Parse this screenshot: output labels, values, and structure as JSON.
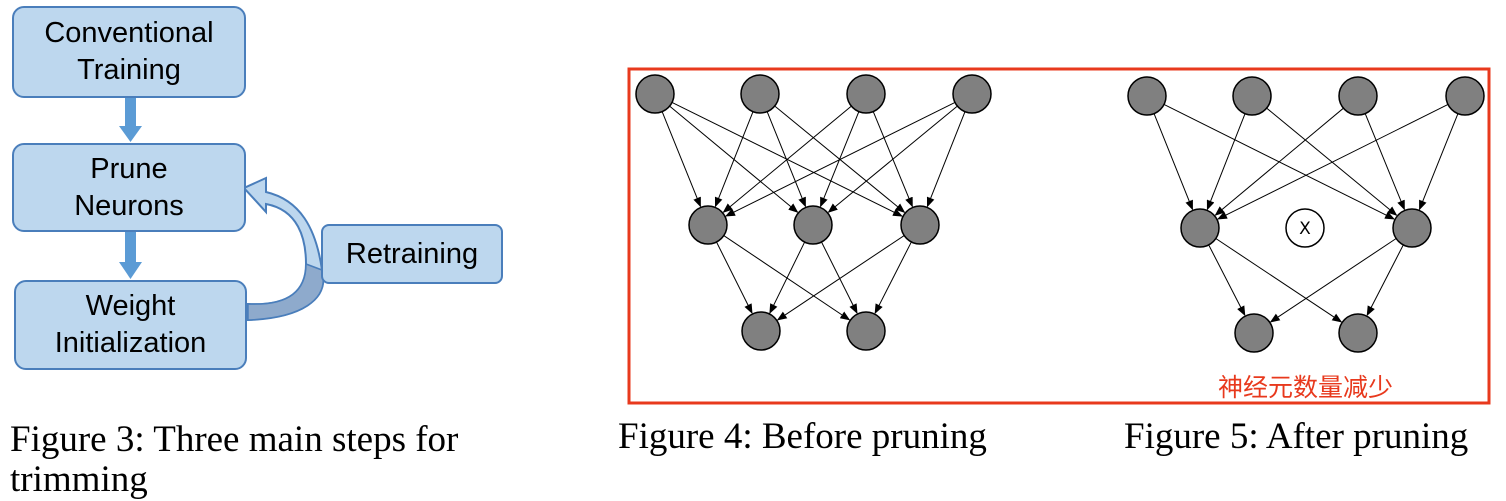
{
  "flowchart": {
    "steps": [
      {
        "label": "Conventional\nTraining"
      },
      {
        "label": "Prune\nNeurons"
      },
      {
        "label": "Weight\nInitialization"
      }
    ],
    "loop_label": "Retraining"
  },
  "captions": {
    "figure3": "Figure 3: Three main steps for",
    "figure3_cont": "trimming",
    "figure4": "Figure 4: Before pruning",
    "figure5": "Figure 5: After pruning"
  },
  "annotation": {
    "text": "神经元数量减少",
    "color": "#e8391d"
  },
  "networks": {
    "before": {
      "layers": [
        4,
        3,
        2
      ],
      "edges_1_2": [
        [
          0,
          0
        ],
        [
          0,
          1
        ],
        [
          0,
          2
        ],
        [
          1,
          0
        ],
        [
          1,
          1
        ],
        [
          1,
          2
        ],
        [
          2,
          0
        ],
        [
          2,
          1
        ],
        [
          2,
          2
        ],
        [
          3,
          0
        ],
        [
          3,
          1
        ],
        [
          3,
          2
        ]
      ],
      "edges_2_3": [
        [
          0,
          0
        ],
        [
          0,
          1
        ],
        [
          1,
          0
        ],
        [
          1,
          1
        ],
        [
          2,
          0
        ],
        [
          2,
          1
        ]
      ]
    },
    "after": {
      "layers": [
        4,
        3,
        2
      ],
      "removed": {
        "layer": 1,
        "index": 1,
        "mark": "X"
      },
      "edges_1_2": [
        [
          0,
          0
        ],
        [
          0,
          2
        ],
        [
          1,
          0
        ],
        [
          1,
          2
        ],
        [
          2,
          0
        ],
        [
          2,
          2
        ],
        [
          3,
          0
        ],
        [
          3,
          2
        ]
      ],
      "edges_2_3": [
        [
          0,
          0
        ],
        [
          0,
          1
        ],
        [
          2,
          0
        ],
        [
          2,
          1
        ]
      ]
    }
  },
  "colors": {
    "box_fill": "#bdd7ee",
    "box_border": "#4a7ebb",
    "arrow": "#5b9bd5",
    "node_fill": "#808080",
    "frame": "#e8391d"
  }
}
